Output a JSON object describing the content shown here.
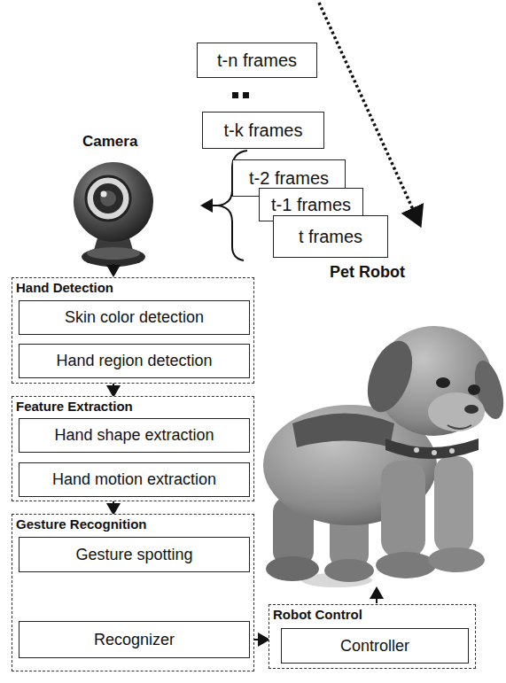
{
  "diagram": {
    "nodes": [
      {
        "text": [
          "t-n frames"
        ]
      },
      {
        "text": [
          "t-k frames"
        ]
      },
      {
        "text": [
          "t-2 frames"
        ]
      },
      {
        "text": [
          "t-1 frames"
        ]
      },
      {
        "text": [
          "t frames"
        ]
      },
      {
        "text": [
          "Hand Detection"
        ]
      },
      {
        "text": [
          "Skin color detection"
        ],
        "in": 5
      },
      {
        "text": [
          "Hand region detection"
        ],
        "in": 5
      },
      {
        "text": [
          "Feature Extraction"
        ]
      },
      {
        "text": [
          "Hand shape extraction"
        ],
        "in": 8
      },
      {
        "text": [
          "Hand motion extraction"
        ],
        "in": 8
      },
      {
        "text": [
          "Gesture Recognition"
        ]
      },
      {
        "text": [
          "Gesture spotting"
        ],
        "in": 11
      },
      {
        "text": [
          "Recognizer"
        ],
        "in": 11
      },
      {
        "text": [
          "Robot Control"
        ]
      },
      {
        "text": [
          "Controller"
        ],
        "in": 14
      }
    ],
    "edges": [
      {
        "from": 5,
        "to": 8,
        "arrow": "to"
      },
      {
        "from": 8,
        "to": 11,
        "arrow": "to"
      },
      {
        "from": 13,
        "to": 14,
        "arrow": "to"
      }
    ],
    "labels": [
      "Camera",
      "Pet Robot"
    ]
  }
}
